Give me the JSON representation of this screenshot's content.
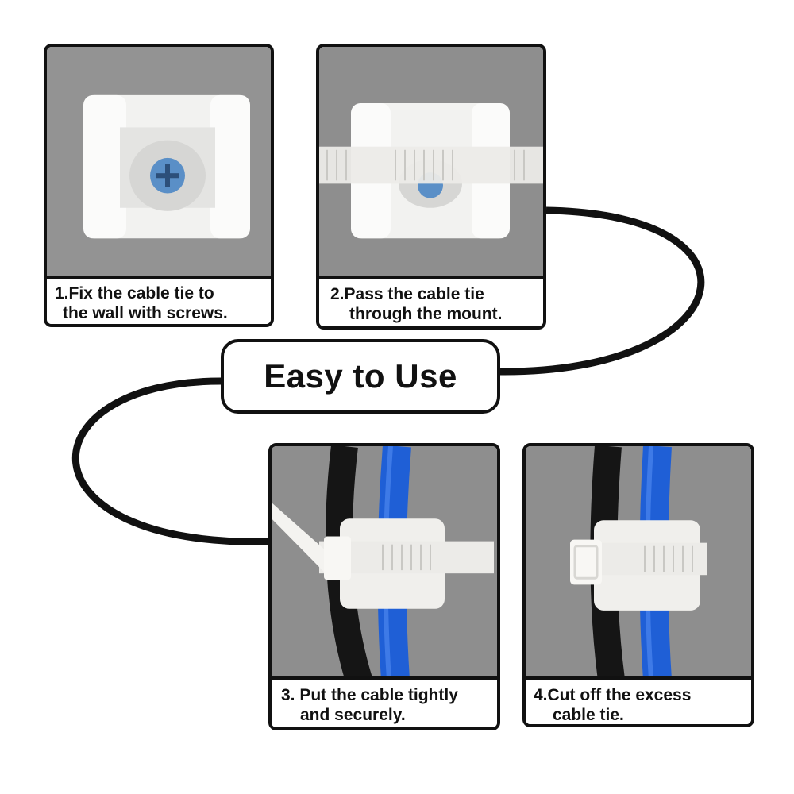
{
  "headline": "Easy to Use",
  "steps": [
    {
      "line1": "1.Fix the cable tie to",
      "line2": "the wall with screws."
    },
    {
      "line1": "2.Pass the cable tie",
      "line2": "through the mount."
    },
    {
      "line1": "3. Put the cable tightly",
      "line2": "and securely."
    },
    {
      "line1": "4.Cut off the excess",
      "line2": "cable tie."
    }
  ],
  "colors": {
    "background": "#ffffff",
    "border": "#111111",
    "photo_backdrop": "#8e8e8e",
    "mount": "#f2f2f0",
    "blue_cable": "#1f5fd6",
    "black_cable": "#151515",
    "screw": "#5a8fc7"
  }
}
